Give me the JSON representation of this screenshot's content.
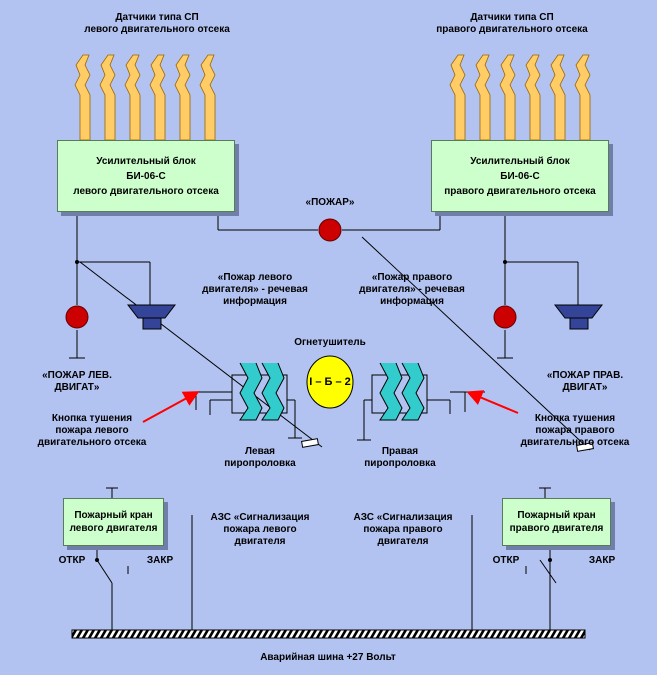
{
  "sensors": {
    "left": [
      "Датчики типа СП",
      "левого двигательного отсека"
    ],
    "right": [
      "Датчики типа СП",
      "правого двигательного отсека"
    ]
  },
  "amp_blocks": {
    "left": [
      "Усилительный блок",
      "БИ-06-С",
      "левого двигательного отсека"
    ],
    "right": [
      "Усилительный блок",
      "БИ-06-С",
      "правого двигательного отсека"
    ]
  },
  "fire_lamp_label": "«ПОЖАР»",
  "voice_info": {
    "left": [
      "«Пожар левого",
      "двигателя» - речевая",
      "информация"
    ],
    "right": [
      "«Пожар правого",
      "двигателя» - речевая",
      "информация"
    ]
  },
  "extinguisher": {
    "title": "Огнетушитель",
    "label": "I – Б – 2"
  },
  "engine_fire_lamps": {
    "left": [
      "«ПОЖАР ЛЕВ.",
      "ДВИГАТ»"
    ],
    "right": [
      "«ПОЖАР ПРАВ.",
      "ДВИГАТ»"
    ]
  },
  "extinguish_buttons": {
    "left": [
      "Кнопка тушения",
      "пожара левого",
      "двигательного отсека"
    ],
    "right": [
      "Кнопка тушения",
      "пожара правого",
      "двигательного отсека"
    ]
  },
  "squibs": {
    "left": [
      "Левая",
      "пиропроловка"
    ],
    "right": [
      "Правая",
      "пиропроловка"
    ]
  },
  "fire_valves": {
    "left": [
      "Пожарный кран",
      "левого двигателя"
    ],
    "right": [
      "Пожарный кран",
      "правого двигателя"
    ]
  },
  "valve_switch": {
    "open": "ОТКР",
    "close": "ЗАКР"
  },
  "breakers": {
    "left": [
      "АЗС «Сигнализация",
      "пожара левого",
      "двигателя"
    ],
    "right": [
      "АЗС «Сигнализация",
      "пожара правого",
      "двигателя"
    ]
  },
  "bus_label": "Аварийная шина +27 Вольт",
  "colors": {
    "background": "#b3c3f1",
    "sensor": "#ffcc66",
    "block": "#ccffcc",
    "lamp": "#cc0000",
    "speaker": "#334499",
    "squib": "#33cccc",
    "extinguisher": "#ffff00",
    "arrow": "#ff0000"
  },
  "icons": [
    "sensor-icon",
    "lamp-icon",
    "speaker-icon",
    "squib-icon",
    "switch-icon",
    "bus-icon"
  ]
}
